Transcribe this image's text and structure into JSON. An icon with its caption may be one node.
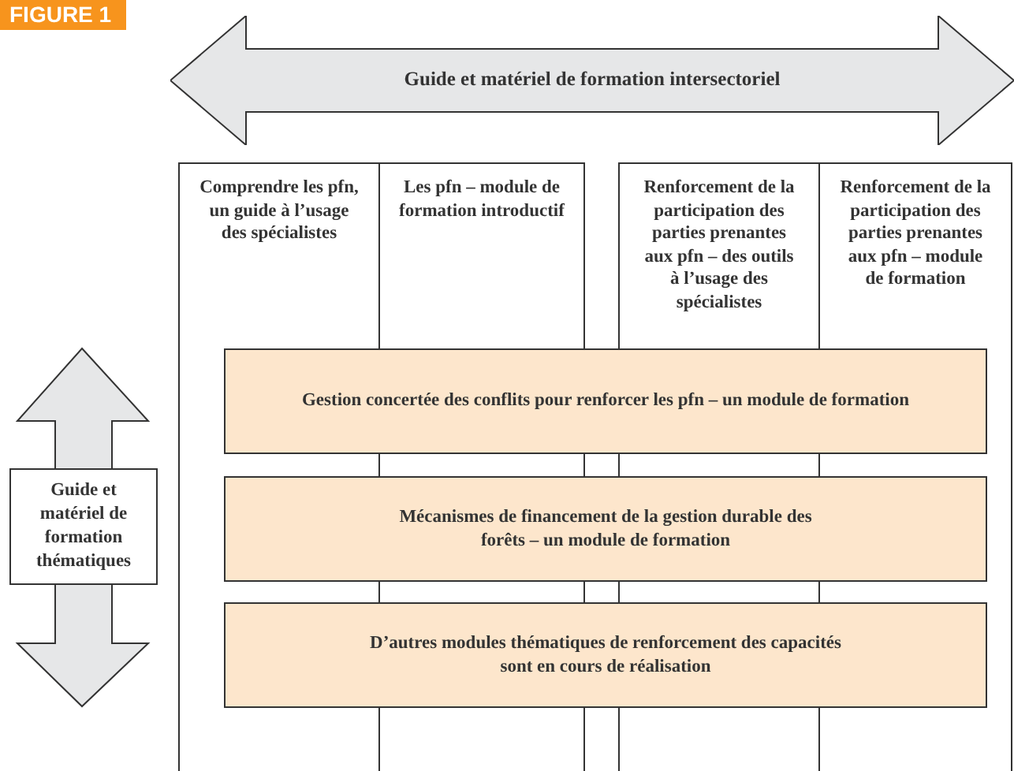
{
  "diagram": {
    "nodes": [
      {
        "text": [
          "Guide et matériel de formation intersectoriel"
        ]
      },
      {
        "text": [
          "Comprendre les pfn, un guide à l’usage des spécialistes"
        ]
      },
      {
        "text": [
          "Les pfn – module de formation introductif"
        ]
      },
      {
        "text": [
          "Renforcement de la participation des parties prenantes aux pfn – des outils à l’usage des spécialistes"
        ]
      },
      {
        "text": [
          "Renforcement de la participation des parties prenantes aux pfn – module de formation"
        ]
      },
      {
        "text": [
          "Gestion concertée des conflits pour renforcer les pfn – un module de formation"
        ]
      },
      {
        "text": [
          "Mécanismes de financement de la gestion durable des forêts – un module de formation"
        ]
      },
      {
        "text": [
          "D’autres modules thématiques de renforcement des capacités sont en cours de réalisation"
        ]
      },
      {
        "text": [
          "Guide et matériel de formation thématiques"
        ]
      }
    ],
    "labels": [
      "FIGURE 1"
    ]
  }
}
